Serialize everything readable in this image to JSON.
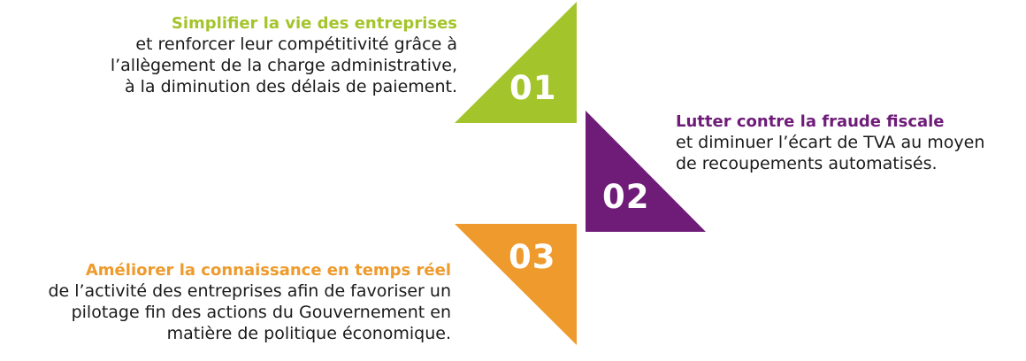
{
  "colors": {
    "green": "#a4c42c",
    "purple": "#6e1c78",
    "orange": "#ee9a2c",
    "number_text": "#ffffff",
    "body_text": "#1a1a1a"
  },
  "items": [
    {
      "number": "01",
      "title": "Simplifier la vie des entreprises",
      "lines": [
        "et renforcer leur compétitivité grâce à",
        "l’allègement de la charge administrative,",
        "à la diminution des délais de paiement."
      ],
      "color": "#a4c42c"
    },
    {
      "number": "02",
      "title": "Lutter contre la fraude fiscale",
      "lines": [
        "et diminuer l’écart de TVA au moyen",
        "de recoupements automatisés."
      ],
      "color": "#6e1c78"
    },
    {
      "number": "03",
      "title": "Améliorer la connaissance en temps réel",
      "lines": [
        "de l’activité des entreprises afin de favoriser un",
        "pilotage fin des actions du Gouvernement en",
        "matière de politique économique."
      ],
      "color": "#ee9a2c"
    }
  ]
}
